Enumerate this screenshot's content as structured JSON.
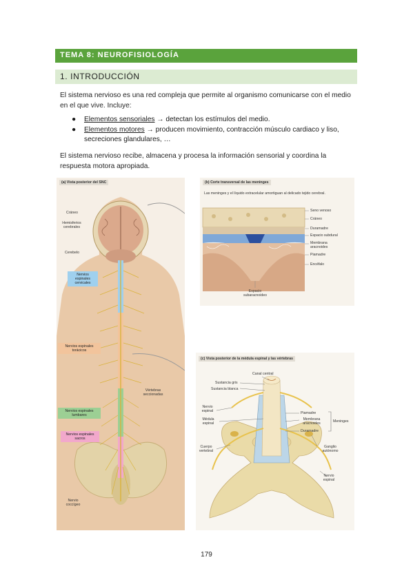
{
  "header": {
    "title": "TEMA 8: NEUROFISIOLOGÍA"
  },
  "section": {
    "title": "1. INTRODUCCIÓN"
  },
  "intro": "El sistema nervioso es una red compleja que permite al organismo comunicarse con el medio en el que vive. Incluye:",
  "bullets": [
    {
      "term": "Elementos sensoriales",
      "text": " → detectan los estímulos del medio."
    },
    {
      "term": "Elementos motores",
      "text": " → producen movimiento, contracción músculo cardiaco y liso, secreciones glandulares, …"
    }
  ],
  "para2": "El sistema nervioso recibe, almacena y procesa la información sensorial y coordina la respuesta motora apropiada.",
  "figure": {
    "a": {
      "title": "(a) Vista posterior del SNC",
      "labels": {
        "craneo": "Cráneo",
        "hemisferios": "Hemisferios cerebrales",
        "cerebelo": "Cerebelo",
        "cervicales": "Nervios espinales cervicales",
        "toracicos": "Nervios espinales torácicos",
        "vertebras": "Vértebras seccionadas",
        "lumbares": "Nervios espinales lumbares",
        "sacros": "Nervios espinales sacros",
        "coccigeo": "Nervio coccígeo"
      },
      "colors": {
        "cervical": "#9fd0ee",
        "thoracic": "#f2c49c",
        "lumbar": "#9ccf94",
        "sacral": "#f2a8cc"
      }
    },
    "b": {
      "title": "(b) Corte transversal de las meninges",
      "subtitle": "Las meninges y el líquido extracelular amortiguan al delicado tejido cerebral.",
      "labels": {
        "seno": "Seno venoso",
        "craneo": "Cráneo",
        "duramadre": "Duramadre",
        "subdural": "Espacio subdural",
        "aracnoides": "Membrana aracnoides",
        "piamadre": "Piamadre",
        "encefalo": "Encéfalo",
        "subaracnoideo": "Espacio subaracnoideo"
      }
    },
    "c": {
      "title": "(c) Vista posterior de la médula espinal y las vértebras",
      "labels": {
        "canal": "Canal central",
        "gris": "Sustancia gris",
        "blanca": "Sustancia blanca",
        "nervio": "Nervio espinal",
        "medula": "Médula espinal",
        "cuerpo": "Cuerpo vertebral",
        "piamadre": "Piamadre",
        "aracnoides": "Membrana aracnoides",
        "duramadre": "Duramadre",
        "meninges": "Meninges",
        "ganglio": "Ganglio autónomo",
        "nervio2": "Nervio espinal"
      }
    }
  },
  "page_number": "179"
}
